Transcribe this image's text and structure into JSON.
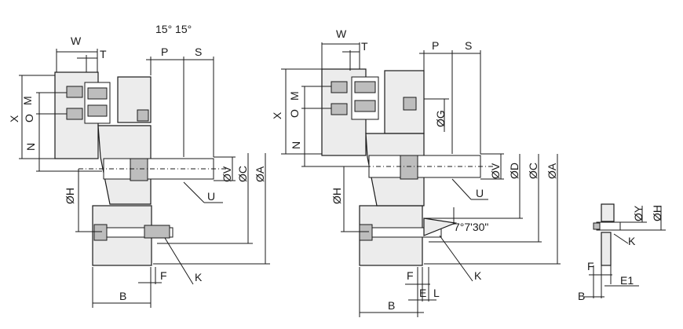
{
  "title_angles": "15°  15°",
  "left_view": {
    "labels": {
      "W": "W",
      "T": "T",
      "P": "P",
      "S": "S",
      "X": "X",
      "M": "M",
      "O": "O",
      "N": "N",
      "H": "ØH",
      "V": "ØV",
      "C": "ØC",
      "A": "ØA",
      "U": "U",
      "K": "K",
      "F": "F",
      "B": "B"
    }
  },
  "middle_view": {
    "labels": {
      "W": "W",
      "T": "T",
      "P": "P",
      "S": "S",
      "X": "X",
      "M": "M",
      "O": "O",
      "N": "N",
      "G": "ØG",
      "H": "ØH",
      "V": "ØV",
      "D": "ØD",
      "C": "ØC",
      "A": "ØA",
      "U": "U",
      "K": "K",
      "F": "F",
      "E": "E",
      "L": "L",
      "B": "B"
    },
    "taper_angle": "7°7'30\""
  },
  "detail_view": {
    "labels": {
      "Y": "ØY",
      "H": "ØH",
      "K": "K",
      "F": "F",
      "E1": "E1",
      "B": "B"
    }
  }
}
